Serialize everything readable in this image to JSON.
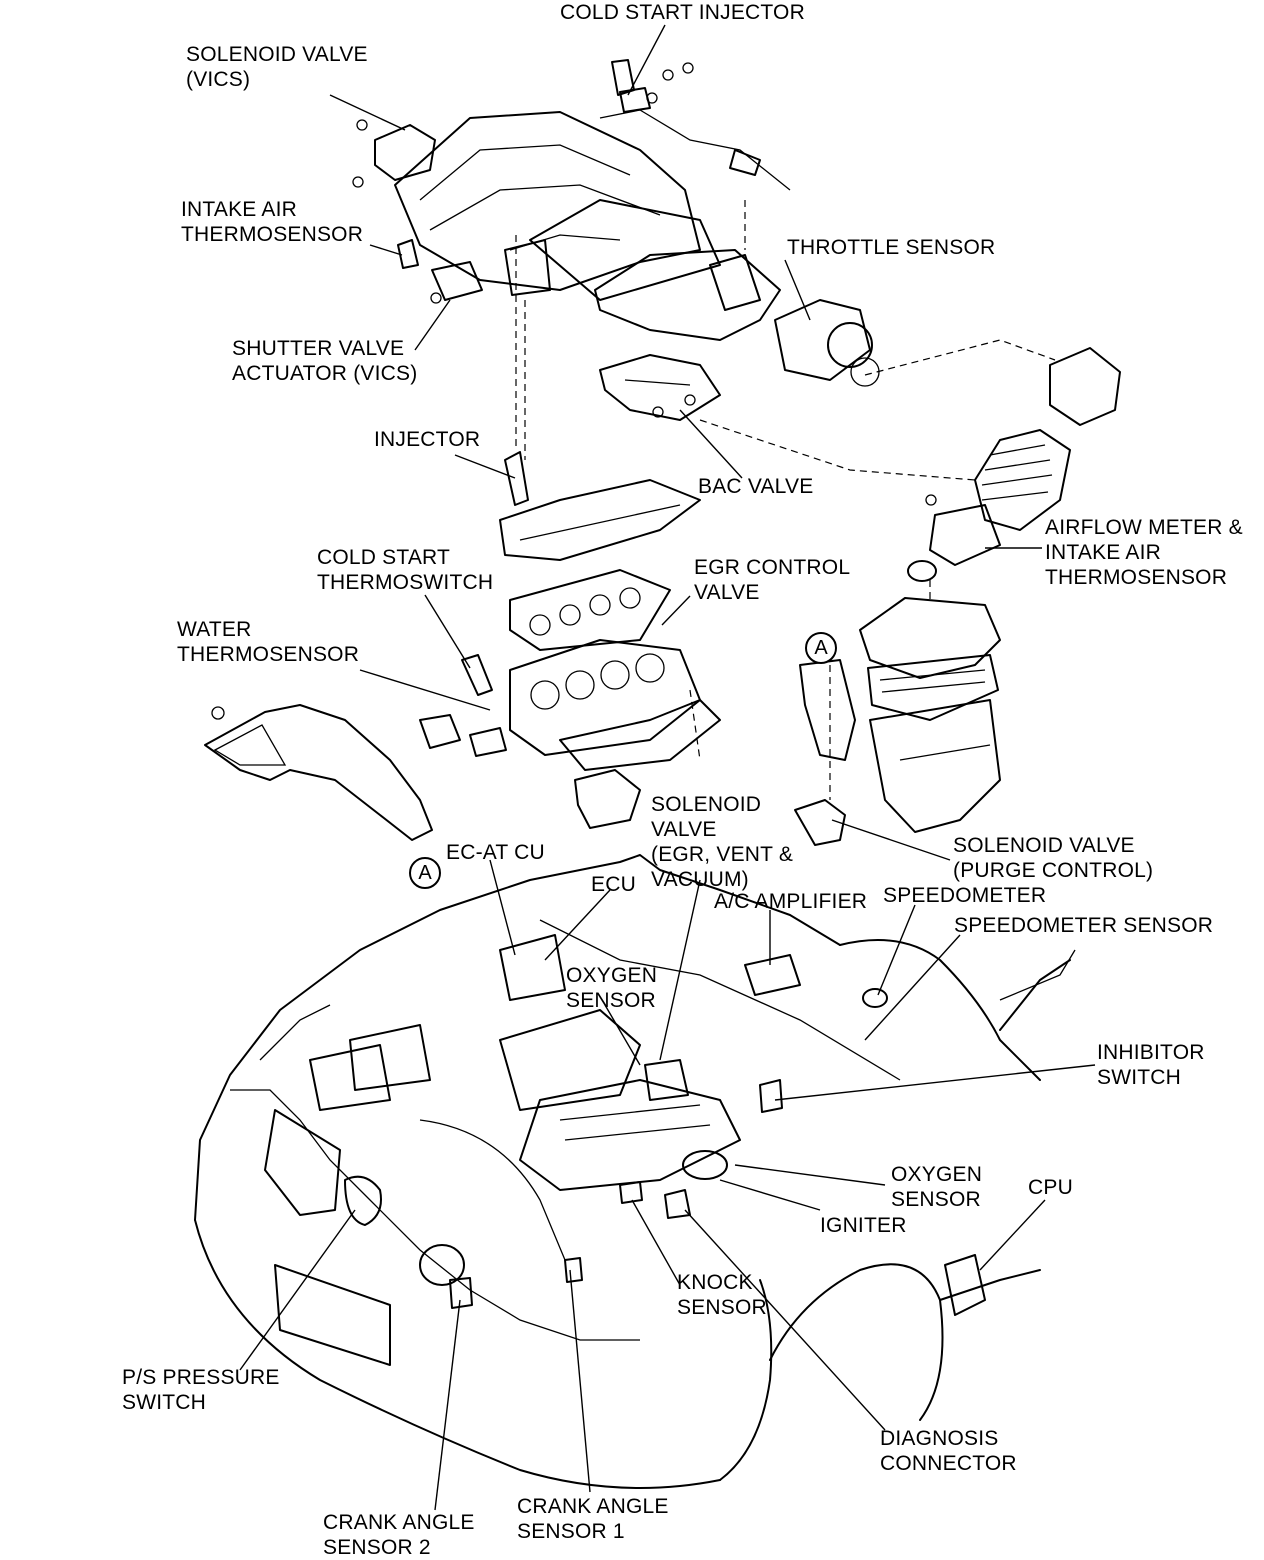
{
  "labels": {
    "cold_start_injector": [
      "COLD START INJECTOR"
    ],
    "solenoid_valve_vics": [
      "SOLENOID VALVE",
      "(VICS)"
    ],
    "intake_air_thermosensor": [
      "INTAKE AIR",
      "THERMOSENSOR"
    ],
    "throttle_sensor": [
      "THROTTLE SENSOR"
    ],
    "shutter_valve_actuator": [
      "SHUTTER VALVE",
      "ACTUATOR (VICS)"
    ],
    "injector": [
      "INJECTOR"
    ],
    "bac_valve": [
      "BAC VALVE"
    ],
    "airflow_meter": [
      "AIRFLOW METER &",
      "INTAKE AIR",
      "THERMOSENSOR"
    ],
    "cold_start_thermoswitch": [
      "COLD START",
      "THERMOSWITCH"
    ],
    "egr_control_valve": [
      "EGR CONTROL",
      "VALVE"
    ],
    "water_thermosensor": [
      "WATER",
      "THERMOSENSOR"
    ],
    "solenoid_valve_egr": [
      "SOLENOID",
      "VALVE",
      "(EGR, VENT &",
      "VACUUM)"
    ],
    "solenoid_valve_purge": [
      "SOLENOID VALVE",
      "(PURGE CONTROL)"
    ],
    "ec_at_cu": [
      "EC-AT CU"
    ],
    "ecu": [
      "ECU"
    ],
    "ac_amplifier": [
      "A/C AMPLIFIER"
    ],
    "speedometer": [
      "SPEEDOMETER"
    ],
    "speedometer_sensor": [
      "SPEEDOMETER SENSOR"
    ],
    "oxygen_sensor_upper": [
      "OXYGEN",
      "SENSOR"
    ],
    "inhibitor_switch": [
      "INHIBITOR",
      "SWITCH"
    ],
    "oxygen_sensor_lower": [
      "OXYGEN",
      "SENSOR"
    ],
    "cpu": [
      "CPU"
    ],
    "igniter": [
      "IGNITER"
    ],
    "knock_sensor": [
      "KNOCK",
      "SENSOR"
    ],
    "ps_pressure_switch": [
      "P/S PRESSURE",
      "SWITCH"
    ],
    "diagnosis_connector": [
      "DIAGNOSIS",
      "CONNECTOR"
    ],
    "crank_angle_sensor_1": [
      "CRANK ANGLE",
      "SENSOR 1"
    ],
    "crank_angle_sensor_2": [
      "CRANK ANGLE",
      "SENSOR 2"
    ]
  },
  "markers": {
    "a_top": "A",
    "a_bottom": "A"
  }
}
